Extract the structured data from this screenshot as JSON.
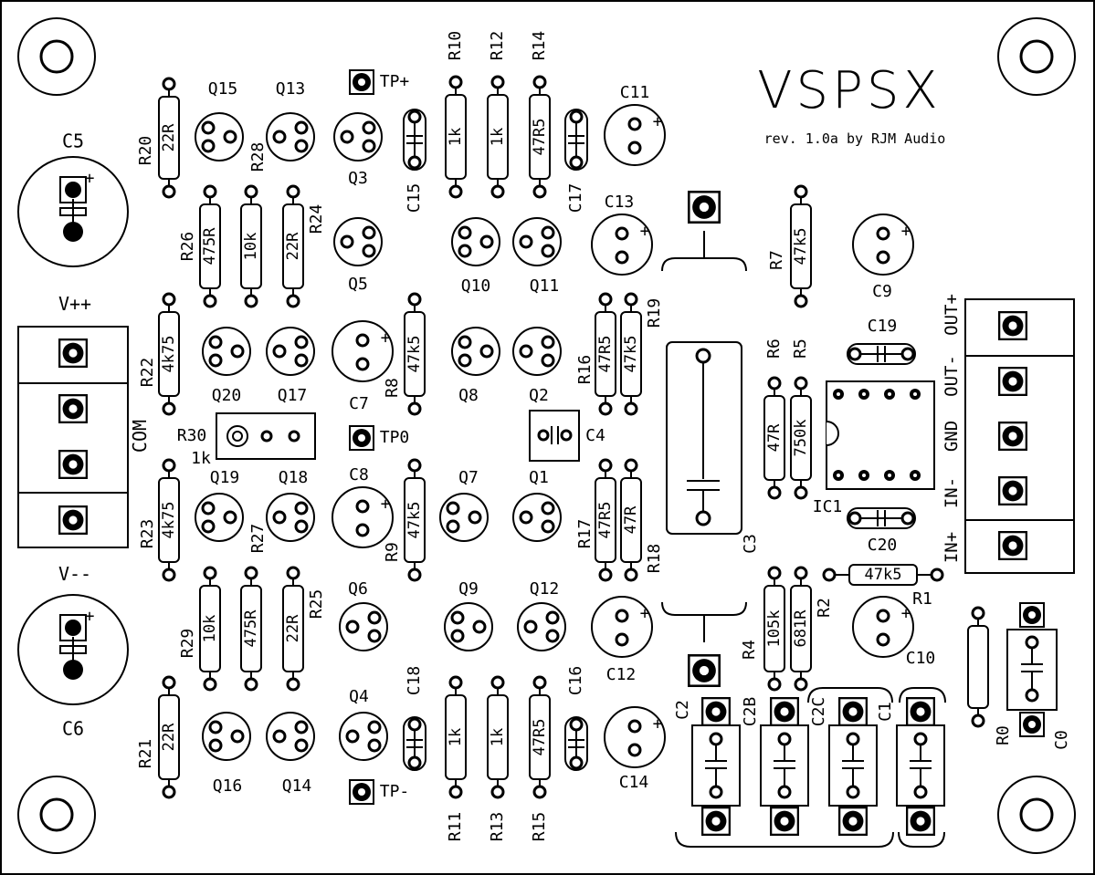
{
  "title": "VSPSX",
  "subtitle": "rev. 1.0a by RJM Audio",
  "power_labels": {
    "vpp": "V++",
    "vmm": "V--",
    "com": "COM"
  },
  "io_labels": {
    "out_p": "OUT+",
    "out_m": "OUT-",
    "gnd": "GND",
    "in_m": "IN-",
    "in_p": "IN+"
  },
  "testpoints": [
    "TP+",
    "TP0",
    "TP-"
  ],
  "transistors": [
    "Q15",
    "Q13",
    "Q3",
    "Q5",
    "Q10",
    "Q11",
    "Q20",
    "Q17",
    "Q8",
    "Q2",
    "Q19",
    "Q18",
    "Q7",
    "Q1",
    "Q6",
    "Q9",
    "Q12",
    "Q16",
    "Q14",
    "Q4"
  ],
  "resistors": [
    {
      "ref": "R20",
      "value": "22R"
    },
    {
      "ref": "R10",
      "value": "1k"
    },
    {
      "ref": "R12",
      "value": "1k"
    },
    {
      "ref": "R14",
      "value": "47R5"
    },
    {
      "ref": "R26",
      "value": "475R"
    },
    {
      "ref": "R28",
      "value": "10k"
    },
    {
      "ref": "R24",
      "value": "22R"
    },
    {
      "ref": "R7",
      "value": "47k5"
    },
    {
      "ref": "R22",
      "value": "4k75"
    },
    {
      "ref": "R8",
      "value": "47k5"
    },
    {
      "ref": "R16",
      "value": "47R5"
    },
    {
      "ref": "R19",
      "value": "47k5"
    },
    {
      "ref": "R6",
      "value": "47R"
    },
    {
      "ref": "R5",
      "value": "750k"
    },
    {
      "ref": "R30",
      "value": "1k"
    },
    {
      "ref": "R23",
      "value": "4k75"
    },
    {
      "ref": "R9",
      "value": "47k5"
    },
    {
      "ref": "R17",
      "value": "47R5"
    },
    {
      "ref": "R18",
      "value": "47R"
    },
    {
      "ref": "R1",
      "value": "47k5"
    },
    {
      "ref": "R29",
      "value": "10k"
    },
    {
      "ref": "R27",
      "value": "475R"
    },
    {
      "ref": "R25",
      "value": "22R"
    },
    {
      "ref": "R4",
      "value": "105k"
    },
    {
      "ref": "R2",
      "value": "681R"
    },
    {
      "ref": "R21",
      "value": "22R"
    },
    {
      "ref": "R11",
      "value": "1k"
    },
    {
      "ref": "R13",
      "value": "1k"
    },
    {
      "ref": "R15",
      "value": "47R5"
    },
    {
      "ref": "R0",
      "value": ""
    }
  ],
  "capacitors": [
    "C5",
    "C6",
    "C11",
    "C13",
    "C9",
    "C7",
    "C8",
    "C12",
    "C14",
    "C10",
    "C15",
    "C17",
    "C18",
    "C16",
    "C19",
    "C20",
    "C4",
    "C3",
    "C2",
    "C2B",
    "C2C",
    "C1",
    "C0"
  ],
  "ic": "IC1",
  "colors": {
    "ink": "#000000",
    "paper": "#ffffff"
  }
}
